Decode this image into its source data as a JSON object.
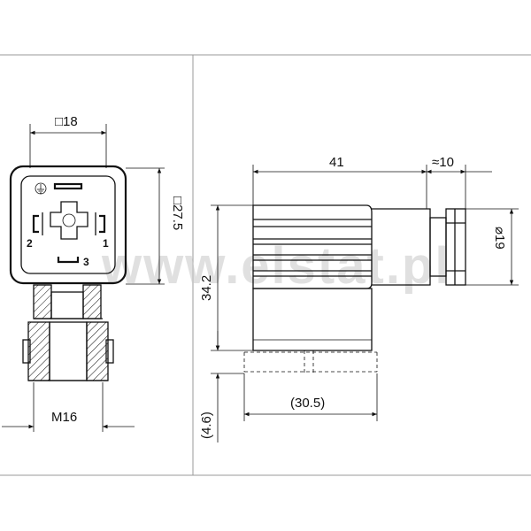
{
  "watermark": "www.elstat.pl",
  "front_view": {
    "dim_width": "□18",
    "dim_height": "□27.5",
    "dim_thread": "M16",
    "pins": [
      "1",
      "2",
      "3"
    ]
  },
  "side_view": {
    "dim_length": "41",
    "dim_cable": "≈10",
    "dim_gland_diameter": "⌀19",
    "dim_height": "34.2",
    "dim_bottom": "(4.6)",
    "dim_base_length": "(30.5)"
  }
}
